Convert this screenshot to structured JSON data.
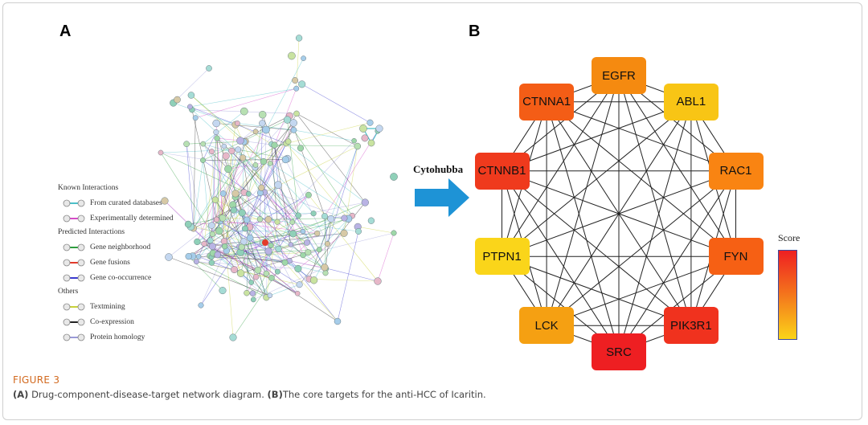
{
  "panel_a": {
    "letter": "A",
    "legend": {
      "groups": [
        {
          "heading": "Known Interactions",
          "items": [
            {
              "label": "From curated databases",
              "color": "#4bc0c8"
            },
            {
              "label": "Experimentally determined",
              "color": "#d64bc8"
            }
          ]
        },
        {
          "heading": "Predicted Interactions",
          "items": [
            {
              "label": "Gene neighborhood",
              "color": "#2e9e3e"
            },
            {
              "label": "Gene fusions",
              "color": "#e23a2a"
            },
            {
              "label": "Gene co-occurrence",
              "color": "#3a3ad0"
            }
          ]
        },
        {
          "heading": "Others",
          "items": [
            {
              "label": "Textmining",
              "color": "#c8d23a"
            },
            {
              "label": "Co-expression",
              "color": "#222222"
            },
            {
              "label": "Protein homology",
              "color": "#9a9ad8"
            }
          ]
        }
      ]
    }
  },
  "arrow": {
    "label": "Cytohubba",
    "color": "#1e93d6"
  },
  "panel_b": {
    "letter": "B",
    "hub_nodes": [
      {
        "label": "EGFR",
        "color": "#f58a10"
      },
      {
        "label": "ABL1",
        "color": "#f8c515"
      },
      {
        "label": "RAC1",
        "color": "#f98412"
      },
      {
        "label": "FYN",
        "color": "#f66014"
      },
      {
        "label": "PIK3R1",
        "color": "#f0321e"
      },
      {
        "label": "SRC",
        "color": "#ee1f22"
      },
      {
        "label": "LCK",
        "color": "#f5a012"
      },
      {
        "label": "PTPN1",
        "color": "#fad51a"
      },
      {
        "label": "CTNNB1",
        "color": "#ef3a1d"
      },
      {
        "label": "CTNNA1",
        "color": "#f45d16"
      }
    ],
    "score_legend": {
      "label": "Score",
      "high_color": "#ee1f22",
      "low_color": "#fbd419"
    }
  },
  "figure": {
    "title": "FIGURE 3",
    "caption_a_tag": "(A)",
    "caption_a_text": " Drug-component-disease-target network diagram. ",
    "caption_b_tag": "(B)",
    "caption_b_text": "The core targets for the anti-HCC of Icaritin."
  }
}
